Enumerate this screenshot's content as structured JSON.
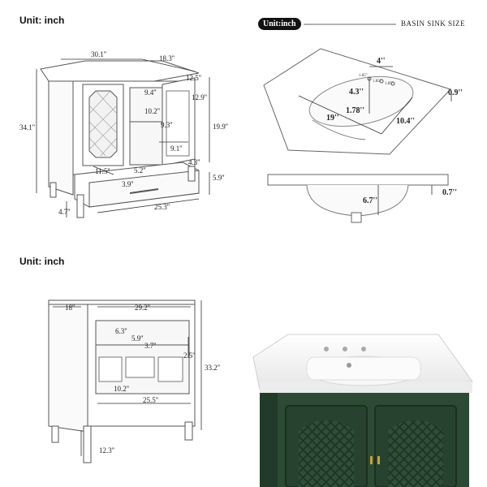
{
  "top_left": {
    "unit_label": "Unit: inch",
    "dims": {
      "width_total": "30.1''",
      "depth_total": "18.3''",
      "height_total": "34.1''",
      "door_open": "12.5''",
      "top_offset": "9.4''",
      "shelf_h": "12.9''",
      "inner_w": "10.2''",
      "side_h": "19.9''",
      "shelf_d": "9.3''",
      "shelf_w": "9.1''",
      "foot_side": "4.3''",
      "drawer_w": "11.5''",
      "drawer_h": "5.2''",
      "drawer_d": "3.9''",
      "drawer_len": "25.3''",
      "drawer_side": "5.9''",
      "leg_h": "4.7''"
    }
  },
  "top_right": {
    "unit_pill": "Unit:inch",
    "title": "BASIN SINK SIZE",
    "dims": {
      "hole_spacing": "4''",
      "hole_a": "1.85''",
      "hole_b": "1.85''",
      "hole_c": "1.85''",
      "front_depth": "4.3''",
      "faucet_offset": "1.78''",
      "basin_len": "19''",
      "basin_w": "10.4''",
      "edge_thickness": "0.9''",
      "bowl_depth": "6.7''",
      "lip": "0.7''"
    }
  },
  "bottom_left": {
    "unit_label": "Unit: inch",
    "dims": {
      "side_depth": "18''",
      "front_w": "29.2''",
      "shelf_h": "6.3''",
      "shelf_a": "5.9''",
      "shelf_b": "3.7''",
      "shelf_gap": "2.5''",
      "total_h": "33.2''",
      "lower_w": "10.2''",
      "inner_w": "25.5''",
      "leg_h": "12.3''"
    }
  },
  "photo": {
    "cabinet_color": "#2c4a34",
    "top_color": "#f4f4f4"
  }
}
